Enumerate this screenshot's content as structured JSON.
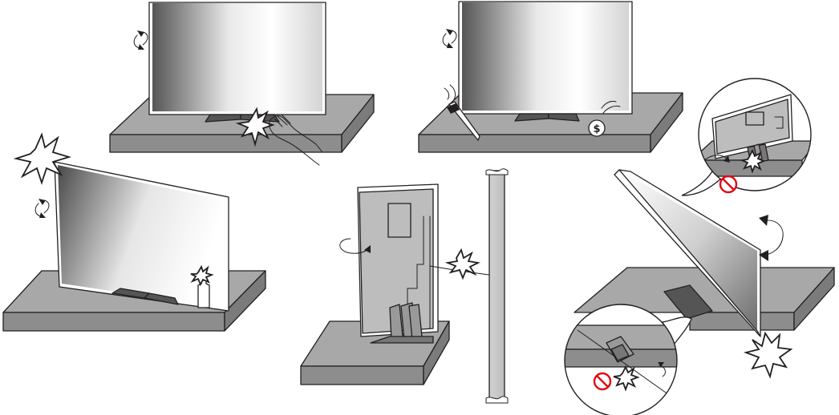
{
  "figure": {
    "kind": "safety-instruction-illustration",
    "panels": [
      {
        "id": "panel-1",
        "scene": "tv-on-shelf-hand-pushing-stand",
        "icons": [
          "rotate-arrow-icon",
          "impact-burst-icon",
          "hand-icon"
        ]
      },
      {
        "id": "panel-2",
        "scene": "tv-on-shelf-with-pen-and-coin",
        "icons": [
          "rotate-arrow-icon",
          "pen-icon",
          "coin-icon"
        ]
      },
      {
        "id": "panel-3",
        "scene": "tilted-tv-toppling-onto-bottle",
        "icons": [
          "rotate-arrow-icon",
          "impact-burst-icon",
          "bottle-icon"
        ]
      },
      {
        "id": "panel-4",
        "scene": "tv-rear-view-cable-to-wall",
        "icons": [
          "rotate-arrow-icon",
          "impact-burst-icon",
          "wall-icon"
        ]
      },
      {
        "id": "panel-5",
        "scene": "tv-leaning-stand-misaligned",
        "icons": [
          "double-rotate-arrow-icon",
          "impact-burst-icon",
          "prohibited-icon",
          "magnifier-callout-icon"
        ]
      }
    ]
  },
  "colors": {
    "outline": "#231f20",
    "shelf_top": "#a8a8a8",
    "shelf_front": "#8d8d8d",
    "shelf_side": "#7b7b7b",
    "screen_dark": "#4a4a4a",
    "screen_light": "#ffffff",
    "prohibited_red": "#e30613"
  }
}
